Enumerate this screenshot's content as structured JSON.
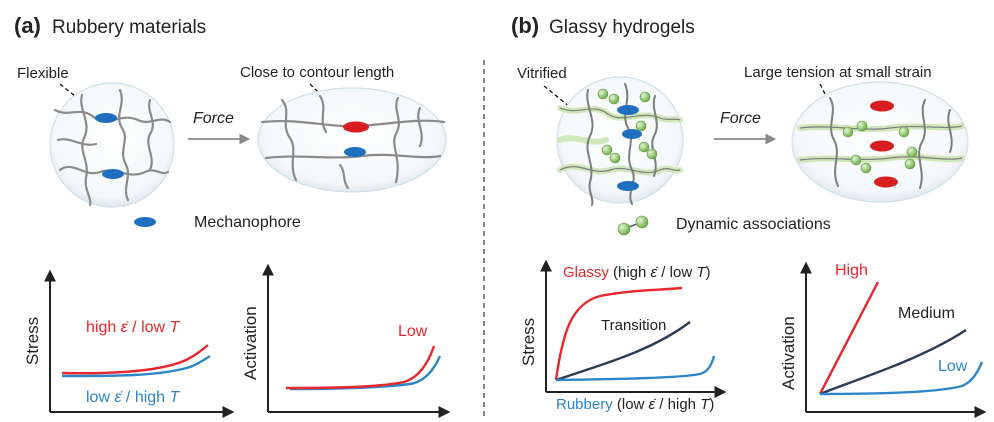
{
  "panel_a": {
    "letter": "(a)",
    "title": "Rubbery materials",
    "label_flexible": "Flexible",
    "label_contour": "Close to contour length",
    "force": "Force",
    "legend_mechanophore": "Mechanophore",
    "stress_chart": {
      "ylabel": "Stress",
      "curve_red_pre": "high ",
      "curve_red_symbol": "ε̇",
      "curve_red_mid": " / low ",
      "curve_red_T": "T",
      "curve_blue_pre": "low ",
      "curve_blue_symbol": "ε̇",
      "curve_blue_mid": " / high ",
      "curve_blue_T": "T"
    },
    "activation_chart": {
      "ylabel": "Activation",
      "curve_label": "Low"
    }
  },
  "panel_b": {
    "letter": "(b)",
    "title": "Glassy hydrogels",
    "label_vitrified": "Vitrified",
    "label_tension": "Large tension at small strain",
    "force": "Force",
    "legend_dynamic": "Dynamic associations",
    "stress_chart": {
      "ylabel": "Stress",
      "glassy_word": "Glassy",
      "glassy_rest_pre": " (high ",
      "glassy_symbol": "ε̇",
      "glassy_rest_mid": " / low ",
      "glassy_T": "T",
      "glassy_close": ")",
      "transition_label": "Transition",
      "rubbery_word": "Rubbery",
      "rubbery_rest_pre": " (low ",
      "rubbery_symbol": "ε̇",
      "rubbery_rest_mid": " / high ",
      "rubbery_T": "T",
      "rubbery_close": ")"
    },
    "activation_chart": {
      "ylabel": "Activation",
      "label_high": "High",
      "label_medium": "Medium",
      "label_low": "Low"
    }
  },
  "colors": {
    "red": "#e8262b",
    "blue": "#2e86c8",
    "navy": "#2b3a55",
    "mechanophore_blue": "#1f6fc0",
    "mechanophore_red": "#d81e1e",
    "green_bead": "#8fc46a",
    "green_chain": "#cfe7b8",
    "gray_chain": "#8a8a8a"
  }
}
